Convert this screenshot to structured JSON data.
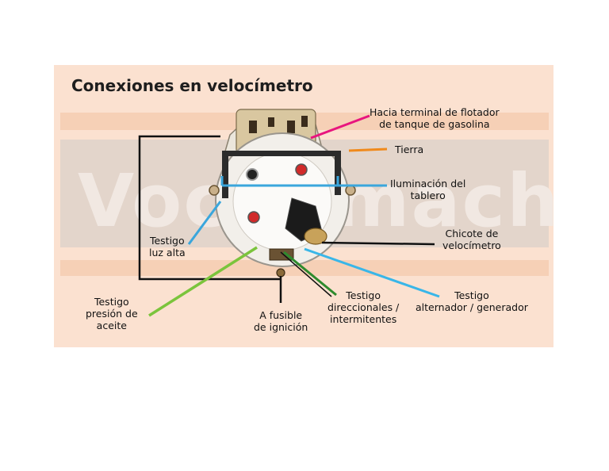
{
  "title": "Conexiones en velocímetro",
  "watermark": "Vochomacha",
  "labels": {
    "flotador_line1": "Hacia terminal de flotador",
    "flotador_line2": "de tanque de gasolina",
    "tierra": "Tierra",
    "iluminacion_line1": "Iluminación del",
    "iluminacion_line2": "tablero",
    "chicote_line1": "Chicote de",
    "chicote_line2": "velocímetro",
    "luz_alta_line1": "Testigo",
    "luz_alta_line2": "luz alta",
    "aceite_line1": "Testigo",
    "aceite_line2": "presión de",
    "aceite_line3": "aceite",
    "fusible_line1": "A fusible",
    "fusible_line2": "de ignición",
    "direccionales_line1": "Testigo",
    "direccionales_line2": "direccionales /",
    "direccionales_line3": "intermitentes",
    "alternador_line1": "Testigo",
    "alternador_line2": "alternador / generador"
  },
  "wire_colors": {
    "flotador": "#e8157e",
    "tierra": "#f08a1c",
    "iluminacion": "#3aa6dc",
    "luz_alta": "#3aa6dc",
    "chicote": "#111111",
    "aceite": "#7bc43c",
    "fusible": "#111111",
    "direccionales": "#2e8b2e",
    "alternador": "#39b6e8"
  }
}
